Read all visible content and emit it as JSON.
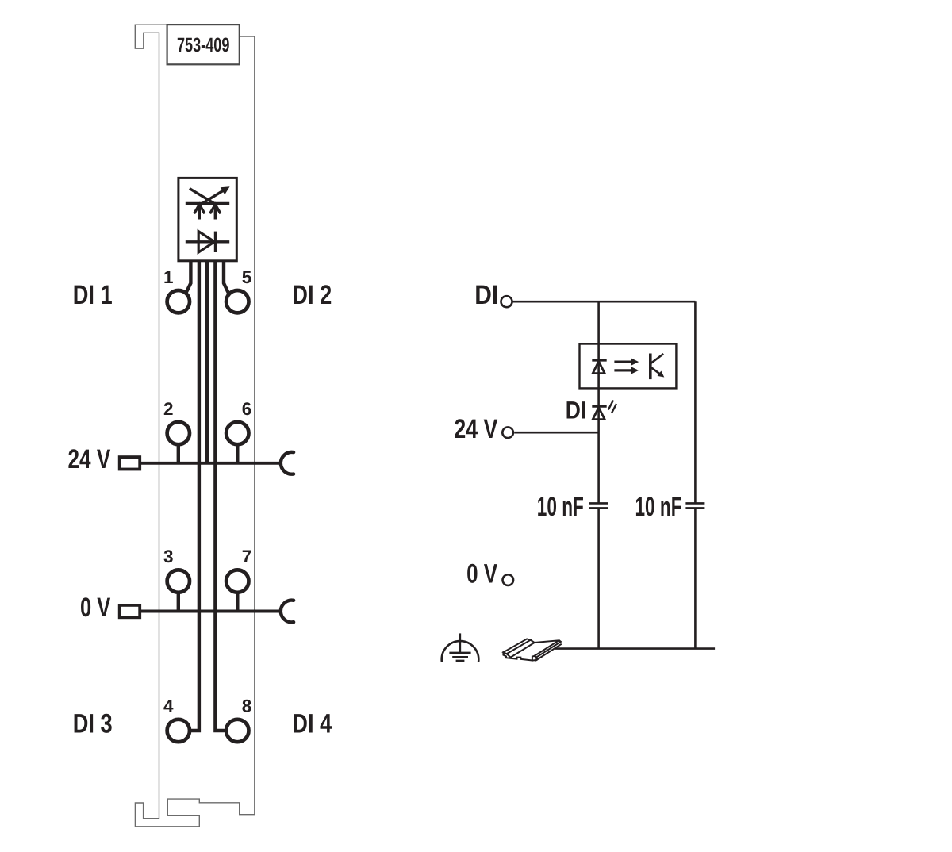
{
  "colors": {
    "background": "#ffffff",
    "ink": "#231f20",
    "module_outline": "#6b6b6b",
    "label_box_border": "#4a4a4a"
  },
  "module": {
    "part_number": "753-409",
    "terminal_numbers": [
      "1",
      "2",
      "3",
      "4",
      "5",
      "6",
      "7",
      "8"
    ],
    "channel_labels": [
      "DI 1",
      "DI 2",
      "DI 3",
      "DI 4"
    ],
    "supply_label": "24 V",
    "ground_label": "0 V",
    "icons": {
      "status_block": "status-leds-and-diode-icon",
      "power_jumper_contact": "power-jumper-contact-icon",
      "terminal": "clamp-terminal-circle"
    }
  },
  "schematic": {
    "input_label": "DI",
    "supply_label": "24 V",
    "zero_volt_label": "0 V",
    "status_led_label": "DI",
    "capacitor_left_value": "10 nF",
    "capacitor_right_value": "10 nF",
    "icons": {
      "optocoupler": "optocoupler-icon",
      "status_led": "led-icon",
      "earth": "functional-earth-icon",
      "din_rail": "din-rail-icon",
      "capacitor": "capacitor-icon",
      "open_terminal": "open-terminal-circle"
    }
  }
}
